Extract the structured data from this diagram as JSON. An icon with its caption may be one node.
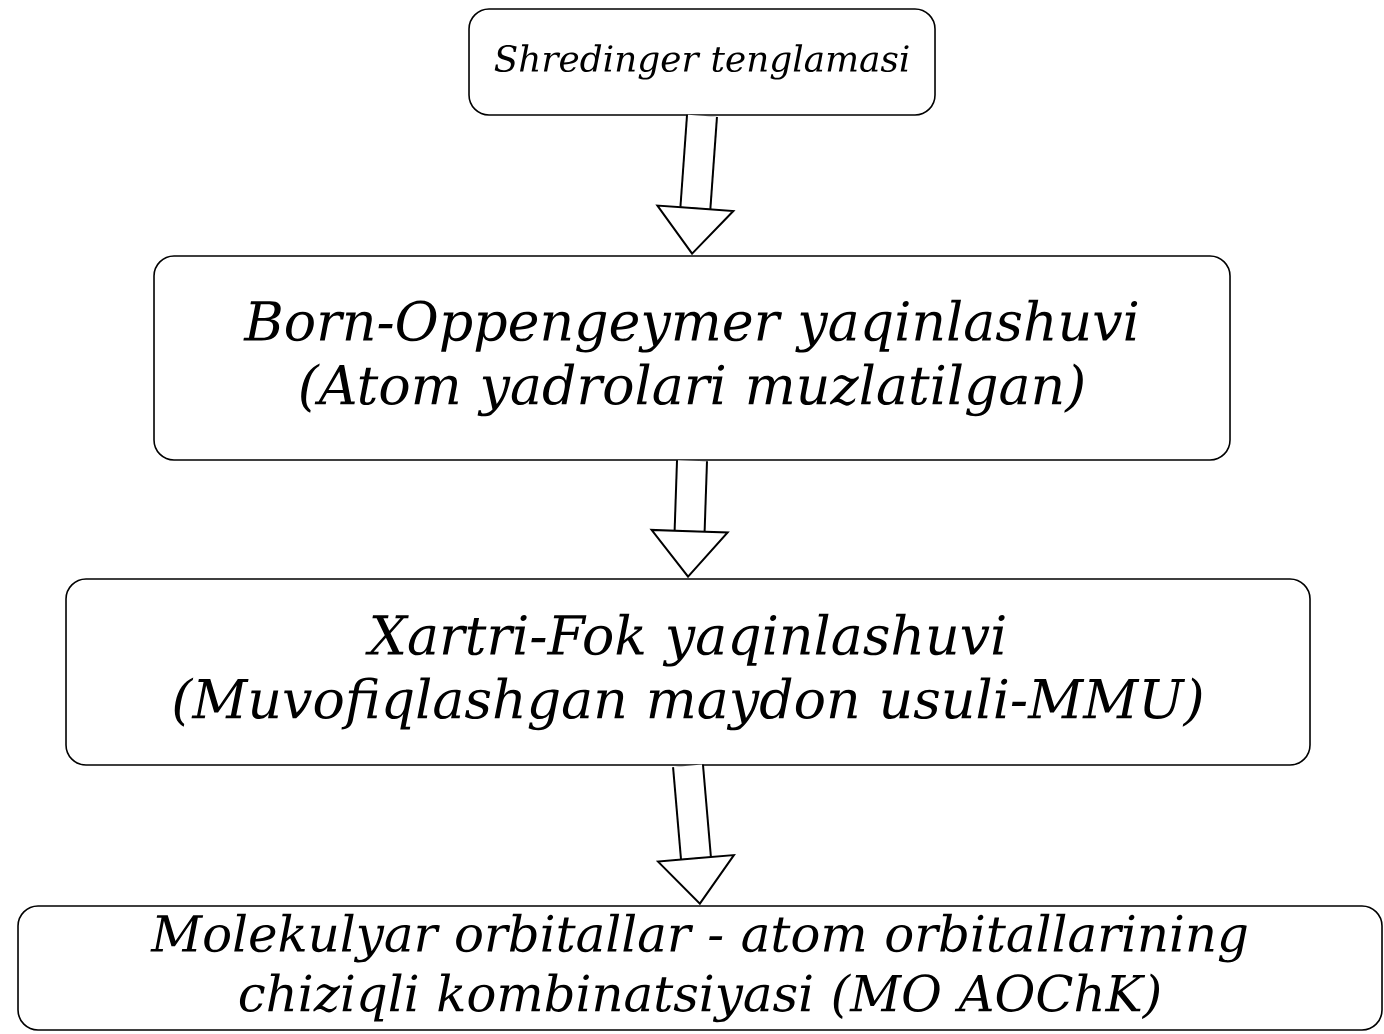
{
  "diagram": {
    "nodes": [
      {
        "text": [
          "Shredinger tenglamasi"
        ]
      },
      {
        "text": [
          "Born-Oppengeymer yaqinlashuvi",
          "(Atom yadrolari muzlatilgan)"
        ]
      },
      {
        "text": [
          "Xartri-Fok yaqinlashuvi",
          "(Muvofiqlashgan maydon usuli-MMU)"
        ]
      },
      {
        "text": [
          "Molekulyar orbitallar - atom orbitallarining chiziqli kombinatsiyasi (MO AOChK)"
        ]
      }
    ],
    "edges": [
      {
        "from": 0,
        "to": 1,
        "arrow": "to"
      },
      {
        "from": 1,
        "to": 2,
        "arrow": "to"
      },
      {
        "from": 2,
        "to": 3,
        "arrow": "to"
      }
    ]
  }
}
